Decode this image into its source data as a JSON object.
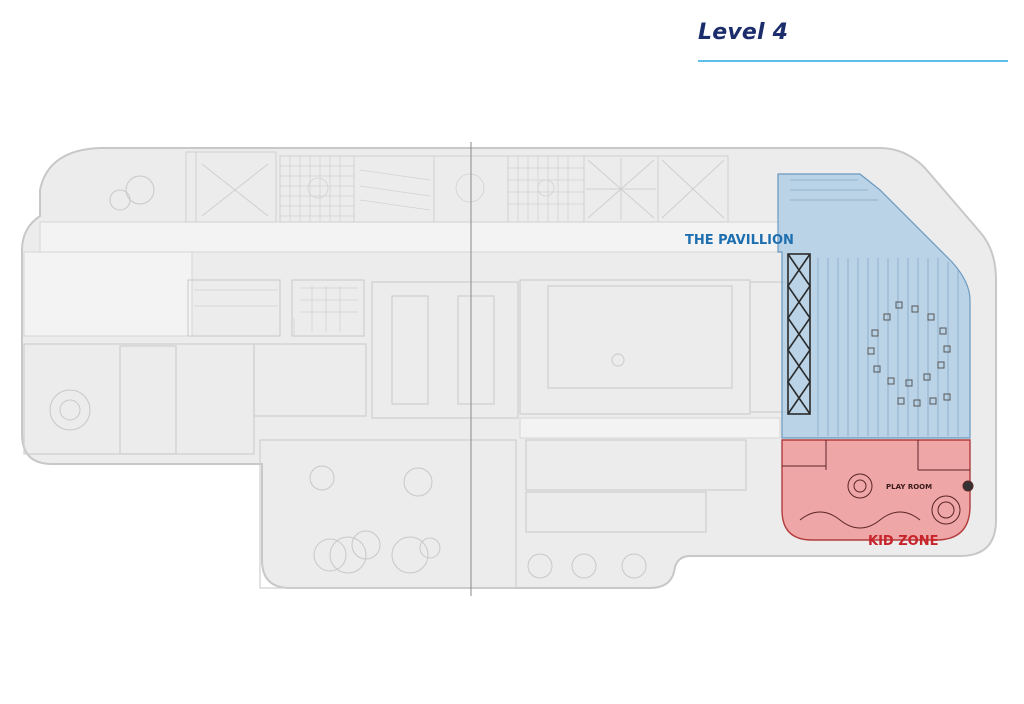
{
  "header": {
    "title": "Level 4",
    "rule_color": "#5cc0ea",
    "title_color": "#1c2d6b"
  },
  "zones": [
    {
      "id": "pavillion",
      "label": "THE PAVILLION",
      "color": "#1e6fb0",
      "fill": "#a9cbe6"
    },
    {
      "id": "kid-zone",
      "label": "KID ZONE",
      "color": "#c8242b",
      "fill": "#ef9a9a"
    }
  ],
  "rooms": [
    {
      "id": "play-room",
      "label": "PLAY ROOM"
    }
  ]
}
